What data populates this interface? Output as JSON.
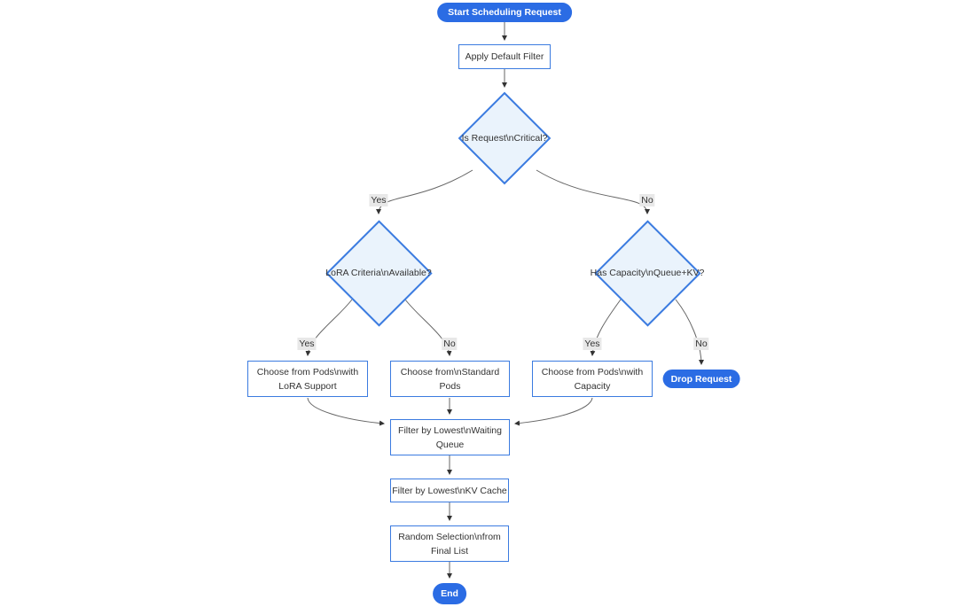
{
  "diagram": {
    "type": "flowchart-top-down",
    "colors": {
      "pill_fill": "#2b6ce4",
      "pill_text": "#ffffff",
      "node_border": "#3b7be0",
      "diamond_fill": "#eaf3fc",
      "rect_fill": "#ffffff",
      "node_text": "#333333",
      "edge_stroke": "#666666",
      "arrowhead": "#333333",
      "edge_label_bg": "#e8e8e8"
    },
    "nodes": {
      "start": {
        "shape": "stadium",
        "lines": [
          "Start Scheduling Request"
        ]
      },
      "apply_default_filter": {
        "shape": "rect",
        "lines": [
          "Apply Default Filter"
        ]
      },
      "is_critical": {
        "shape": "diamond",
        "lines": [
          "Is Request\\nCritical?"
        ]
      },
      "lora_criteria": {
        "shape": "diamond",
        "lines": [
          "LoRA Criteria\\nAvailable?"
        ]
      },
      "has_capacity": {
        "shape": "diamond",
        "lines": [
          "Has Capacity\\nQueue+KV?"
        ]
      },
      "choose_lora_pods": {
        "shape": "rect",
        "lines": [
          "Choose from Pods\\nwith",
          "LoRA Support"
        ]
      },
      "choose_standard_pods": {
        "shape": "rect",
        "lines": [
          "Choose from\\nStandard",
          "Pods"
        ]
      },
      "choose_capacity_pods": {
        "shape": "rect",
        "lines": [
          "Choose from Pods\\nwith",
          "Capacity"
        ]
      },
      "drop_request": {
        "shape": "stadium",
        "lines": [
          "Drop Request"
        ]
      },
      "filter_waiting_queue": {
        "shape": "rect",
        "lines": [
          "Filter by Lowest\\nWaiting",
          "Queue"
        ]
      },
      "filter_kv_cache": {
        "shape": "rect",
        "lines": [
          "Filter by Lowest\\nKV Cache"
        ]
      },
      "random_selection": {
        "shape": "rect",
        "lines": [
          "Random Selection\\nfrom",
          "Final List"
        ]
      },
      "end": {
        "shape": "stadium",
        "lines": [
          "End"
        ]
      }
    },
    "edge_labels": {
      "critical_yes": "Yes",
      "critical_no": "No",
      "lora_yes": "Yes",
      "lora_no": "No",
      "capacity_yes": "Yes",
      "capacity_no": "No"
    }
  }
}
